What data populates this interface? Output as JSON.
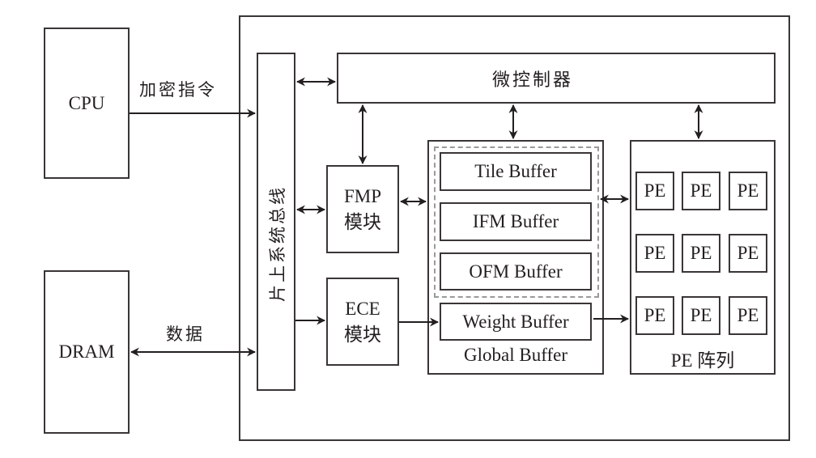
{
  "diagram": {
    "cpu": {
      "label": "CPU"
    },
    "dram": {
      "label": "DRAM"
    },
    "edges": {
      "cpu_to_bus": "加密指令",
      "dram_bus": "数据"
    },
    "system_bus": {
      "label": "片上系统总线"
    },
    "microcontroller": {
      "label": "微控制器"
    },
    "fmp": {
      "line1": "FMP",
      "line2": "模块"
    },
    "ece": {
      "line1": "ECE",
      "line2": "模块"
    },
    "global_buffer": {
      "label": "Global Buffer",
      "buffers": [
        "Tile Buffer",
        "IFM Buffer",
        "OFM Buffer"
      ],
      "weight_buffer": "Weight Buffer"
    },
    "pe_array": {
      "label": "PE 阵列",
      "cells": [
        [
          "PE",
          "PE",
          "PE"
        ],
        [
          "PE",
          "PE",
          "PE"
        ],
        [
          "PE",
          "PE",
          "PE"
        ]
      ]
    }
  }
}
